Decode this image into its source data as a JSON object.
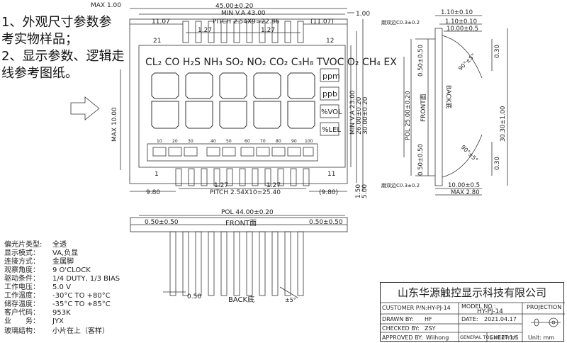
{
  "notes": {
    "line1": "1、外观尺寸参数参",
    "line2": "考实物样品；",
    "line3": "2、显示参数、逻辑走",
    "line4": "线参考图纸。"
  },
  "front_view": {
    "max_top": "MAX 1.00",
    "width_overall": "45.00±0.20",
    "min_va": "MIN V.A 43.00",
    "left_11": "11.07",
    "pitch_top": "PITCH 2.54X9=22.86",
    "right_11": "(11.07)",
    "d127a": "1.27",
    "d127b": "1.27",
    "d100_right": "1.00",
    "pin21": "21",
    "pin12": "12",
    "pin1": "1",
    "pin11": "11",
    "gas_labels": "CL₂ CO H₂S NH₃ SO₂ NO₂ CO₂ C₃H₈ TVOC O₂ CH₄ EX",
    "unit_ppm": "ppm",
    "unit_ppb": "ppb",
    "unit_vol": "%VOL",
    "unit_lel": "%LEL",
    "scale": [
      "10",
      "20",
      "30",
      "40",
      "50",
      "60",
      "70",
      "80",
      "90",
      "100"
    ],
    "max10": "MAX 10.00",
    "min_va_h": "MIN V.A 23.00",
    "h26": "26.00±0.20",
    "h30": "30.00±0.20",
    "bot_127a": "1.27",
    "bot_127b": "1.27",
    "left_980": "9.80",
    "pitch_bot": "PITCH 2.54X10=25.40",
    "right_980": "(9.80)",
    "d150": "1.50",
    "d500": "5.00"
  },
  "side_view": {
    "d110": "1.10±0.10",
    "d110b": "1.10±0.10",
    "d1000": "10.00±0.5",
    "mo_top": "磨双边C0.3±0.2",
    "mo_bot": "磨双边C0.3±0.2",
    "d050a": "0.50±0.50",
    "d050b": "0.50±0.50",
    "pol": "POL 25.00±0.20",
    "front": "FRONT面",
    "back": "BACK底",
    "angle_top": "90°±5°",
    "angle_bot": "90°±5°",
    "d030a": "0.30",
    "d030b": "0.30",
    "total": "30.30±1.00",
    "d1000b": "10.00±0.5",
    "max280": "MAX 2.80"
  },
  "bottom_view": {
    "pol": "POL 44.00±0.20",
    "left": "0.50±0.50",
    "right": "0.50±0.50",
    "front": "FRONT面",
    "back": "BACK底",
    "pin_w": "0.50",
    "angle": "±5°"
  },
  "specs": [
    {
      "k": "偏光片类型:",
      "v": "全透"
    },
    {
      "k": "显示模式：",
      "v": "VA,负显"
    },
    {
      "k": "连接方式：",
      "v": "金属脚"
    },
    {
      "k": "观察角度：",
      "v": "9 O'CLOCK"
    },
    {
      "k": "驱动条件：",
      "v": "1/4 DUTY, 1/3 BIAS"
    },
    {
      "k": "工作电压：",
      "v": "5.0 V"
    },
    {
      "k": "工作温度：",
      "v": "-30°C TO +80°C"
    },
    {
      "k": "储存温度：",
      "v": "-35°C TO +85°C"
    },
    {
      "k": "客户代码：",
      "v": "953K"
    },
    {
      "k": "业　　务：",
      "v": "JYX"
    },
    {
      "k": "玻璃结构：",
      "v": "小片在上（客样）"
    }
  ],
  "title_block": {
    "company": "山东华源触控显示科技有限公司",
    "customer_pn": "CUSTOMER P/N:HY-PJ-14",
    "model_label": "MODEL NO.:",
    "model": "HY-PJ-14",
    "projection": "PROJECTION",
    "drawn_label": "DRAWN BY:",
    "drawn": "HF",
    "date_label": "DATE:",
    "date": "2021.04.17",
    "checked_label": "CHECKED BY:",
    "checked": "ZSY",
    "approved_label": "APPROVED BY:",
    "approved": "Wiihong",
    "tol": "GENERAL TOL.±0.20mm",
    "sheet": "SHEET:1/5",
    "unit": "Unit:  mm"
  }
}
